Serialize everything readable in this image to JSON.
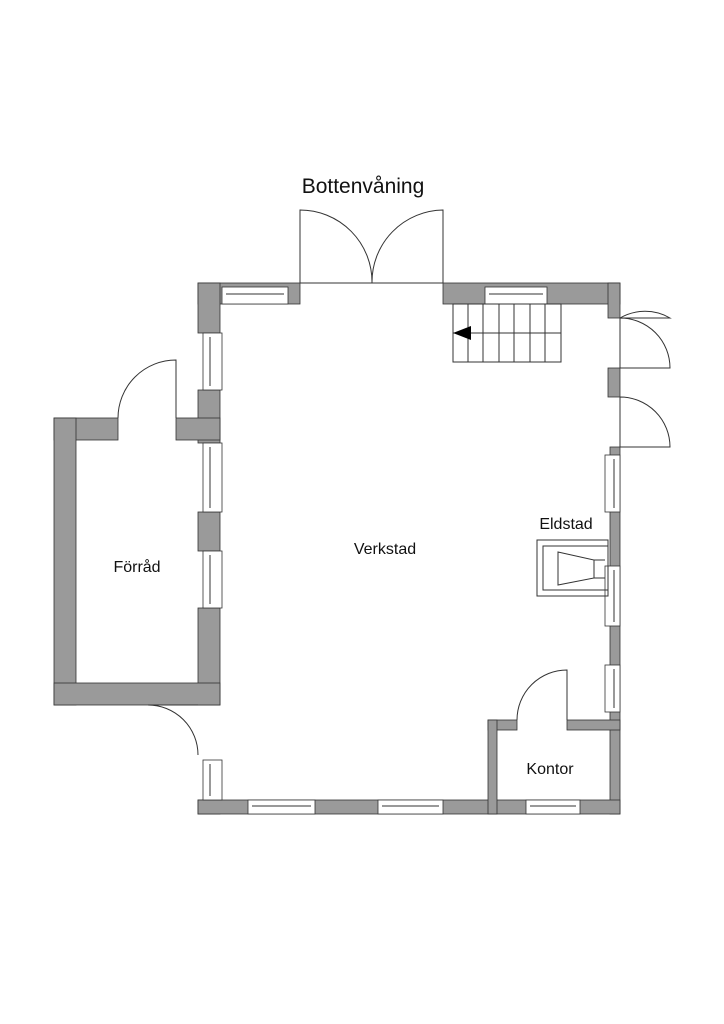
{
  "title": "Bottenvåning",
  "rooms": {
    "storage": "Förråd",
    "workshop": "Verkstad",
    "fireplace": "Eldstad",
    "office": "Kontor"
  },
  "colors": {
    "wall": "#9a9a9a",
    "line": "#333333"
  }
}
